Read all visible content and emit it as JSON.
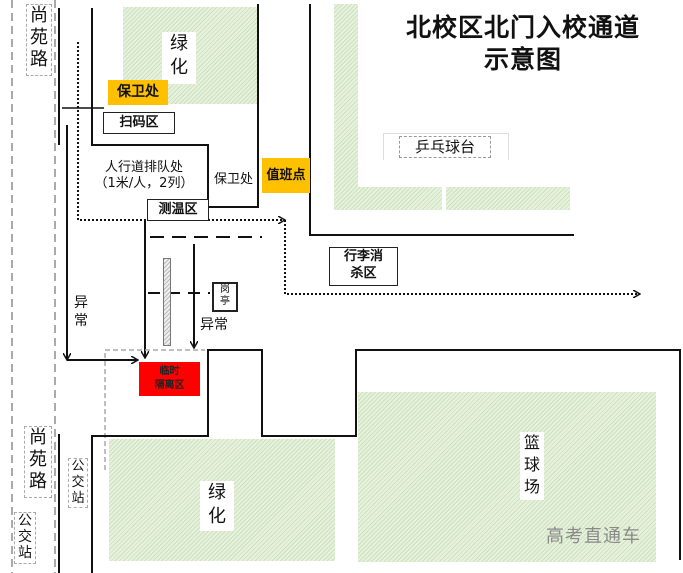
{
  "title": {
    "line1": "北校区北门入校通道",
    "line2": "示意图"
  },
  "roads": {
    "top": {
      "label_lines": [
        "尚",
        "苑",
        "路"
      ]
    },
    "bottom": {
      "label_lines": [
        "尚",
        "苑",
        "路"
      ]
    }
  },
  "bus_stops": [
    {
      "label_lines": [
        "公",
        "交",
        "站"
      ]
    },
    {
      "label_lines": [
        "公",
        "交",
        "站"
      ]
    }
  ],
  "green_areas": [
    {
      "name": "top-left",
      "label_lines": [
        "绿",
        "化"
      ]
    },
    {
      "name": "bottom-left",
      "label_lines": [
        "绿",
        "化"
      ]
    }
  ],
  "basketball_court": {
    "label_lines": [
      "篮",
      "球",
      "场"
    ]
  },
  "ping_pong": {
    "label": "乒乓球台"
  },
  "zones": {
    "security_office_orange": "保卫处",
    "scan_code_area": "扫码区",
    "queue_line1": "人行道排队处",
    "queue_line2": "（1米/人，2列）",
    "temperature_area": "测温区",
    "security_office_plain": "保卫处",
    "duty_point": "值班点",
    "luggage_line1": "行李消",
    "luggage_line2": "杀区",
    "guard_booth_lines": [
      "岗",
      "亭"
    ],
    "abnormal_left_lines": [
      "异",
      "常"
    ],
    "abnormal_right": "异常",
    "isolation_line1": "临时",
    "isolation_line2": "隔离区"
  },
  "watermark": "高考直通车",
  "colors": {
    "orange": "#ffc000",
    "red": "#ff0000",
    "green_area": "#e6f2dc",
    "wall": "#111111",
    "dashed_gray": "#aaaaaa"
  }
}
